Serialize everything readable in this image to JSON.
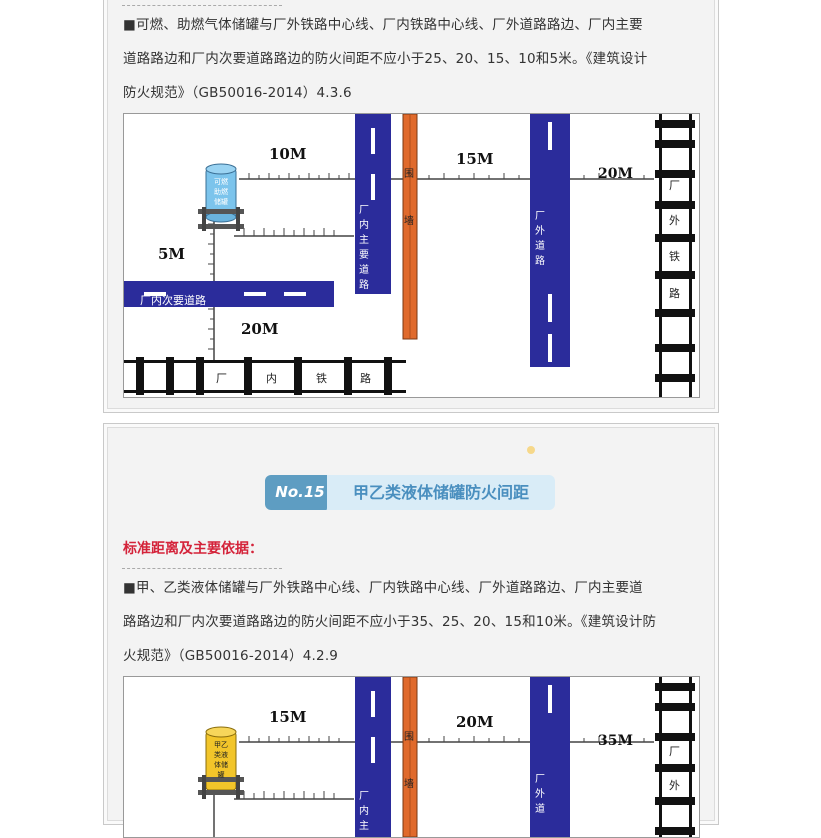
{
  "section14": {
    "paragraph_lines": [
      "■可燃、助燃气体储罐与厂外铁路中心线、厂内铁路中心线、厂外道路路边、厂内主要",
      "道路路边和厂内次要道路路边的防火间距不应小于25、20、15、10和5米。《建筑设计",
      "防火规范》（GB50016-2014）4.3.6"
    ],
    "diagram": {
      "tank_text": [
        "可燃",
        "助燃",
        "储罐"
      ],
      "dist_10m": "10M",
      "dist_15m": "15M",
      "dist_20m_right": "20M",
      "dist_5m": "5M",
      "dist_20m_bottom": "20M",
      "secondary_road": "厂内次要道路",
      "main_road": [
        "厂",
        "内",
        "主",
        "要",
        "道",
        "路"
      ],
      "wall": [
        "围",
        "墙"
      ],
      "outer_road": [
        "厂",
        "外",
        "道",
        "路"
      ],
      "outer_rail": [
        "厂",
        "外",
        "铁",
        "路"
      ],
      "inner_rail": [
        "厂",
        "内",
        "铁",
        "路"
      ]
    }
  },
  "section15": {
    "badge_number": "No.15",
    "badge_title": "甲乙类液体储罐防火间距",
    "basis_label": "标准距离及主要依据：",
    "paragraph_lines": [
      "■甲、乙类液体储罐与厂外铁路中心线、厂内铁路中心线、厂外道路路边、厂内主要道",
      "路路边和厂内次要道路路边的防火间距不应小于35、25、20、15和10米。《建筑设计防",
      "火规范》（GB50016-2014）4.2.9"
    ],
    "diagram": {
      "tank_text": [
        "甲乙",
        "类液",
        "体储",
        "罐"
      ],
      "dist_15m": "15M",
      "dist_20m": "20M",
      "dist_35m": "35M",
      "main_road": [
        "厂",
        "内",
        "主"
      ],
      "wall": [
        "围",
        "墙"
      ],
      "outer_road": [
        "厂",
        "外",
        "道"
      ],
      "outer_rail": [
        "厂",
        "外"
      ]
    }
  },
  "colors": {
    "road_blue": "#2b2c9b",
    "wall_orange": "#e06a2c",
    "tank_blue": "#7cc4ec",
    "tank_yellow": "#f2c52a",
    "accent_red": "#d4233a",
    "badge_dark": "#5e9dc2",
    "badge_light": "#d9ecf7"
  }
}
